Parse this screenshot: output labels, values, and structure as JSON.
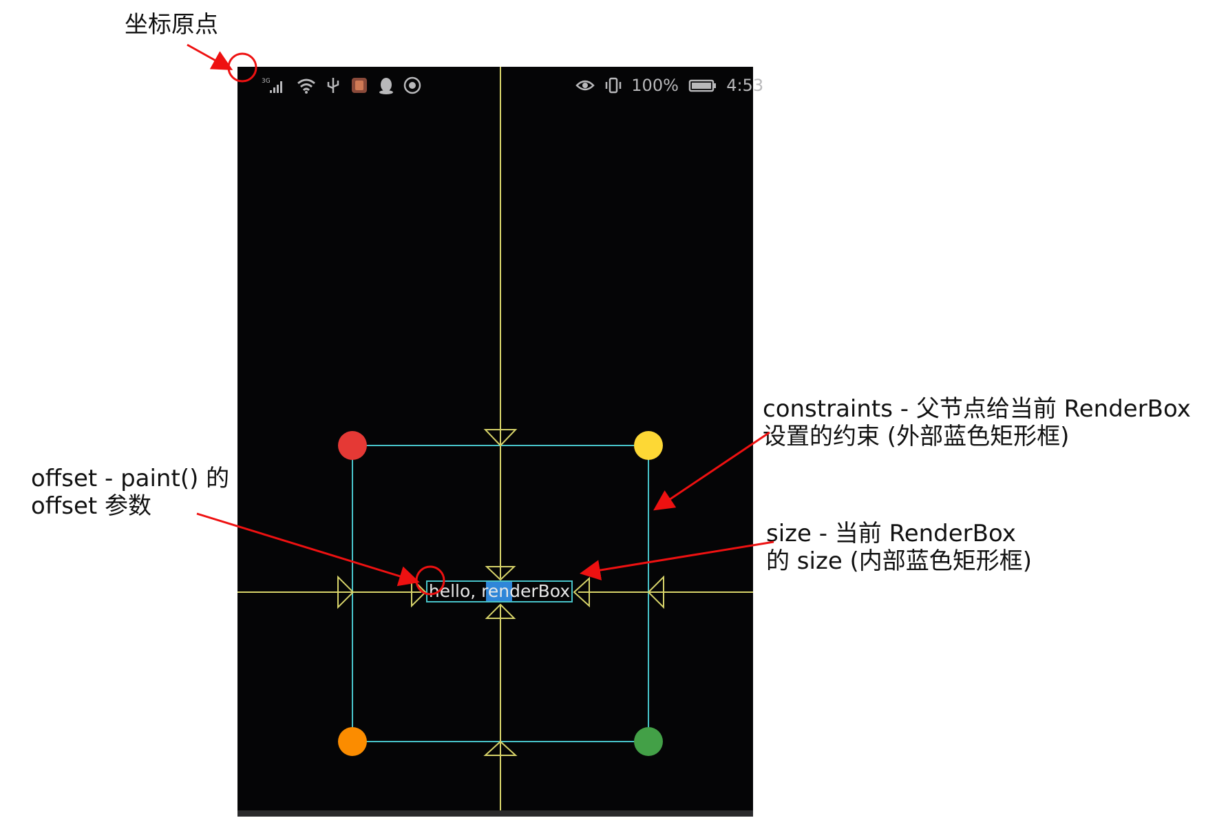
{
  "annotations": {
    "origin_label": "坐标原点",
    "offset_line1": "offset - paint() 的",
    "offset_line2": "offset 参数",
    "constraints_line1": "constraints - 父节点给当前 RenderBox",
    "constraints_line2": "设置的约束 (外部蓝色矩形框)",
    "size_line1": "size - 当前 RenderBox",
    "size_line2": "的 size (内部蓝色矩形框)"
  },
  "statusbar": {
    "battery_percent": "100%",
    "time": "4:53",
    "network": "3G"
  },
  "canvas": {
    "text": "hello, renderBox"
  },
  "colors": {
    "annotation_red": "#ee1111",
    "guide_yellow": "#d8d46a",
    "box_cyan": "#48c3c9",
    "dot_red": "#e53935",
    "dot_yellow": "#fdd835",
    "dot_orange": "#fb8c00",
    "dot_green": "#43a047",
    "phone_bg": "#050506"
  },
  "icons": [
    "signal-icon",
    "wifi-icon",
    "usb-icon",
    "app-icon",
    "qq-icon",
    "shield-icon",
    "eye-icon",
    "vibrate-icon",
    "battery-icon"
  ]
}
